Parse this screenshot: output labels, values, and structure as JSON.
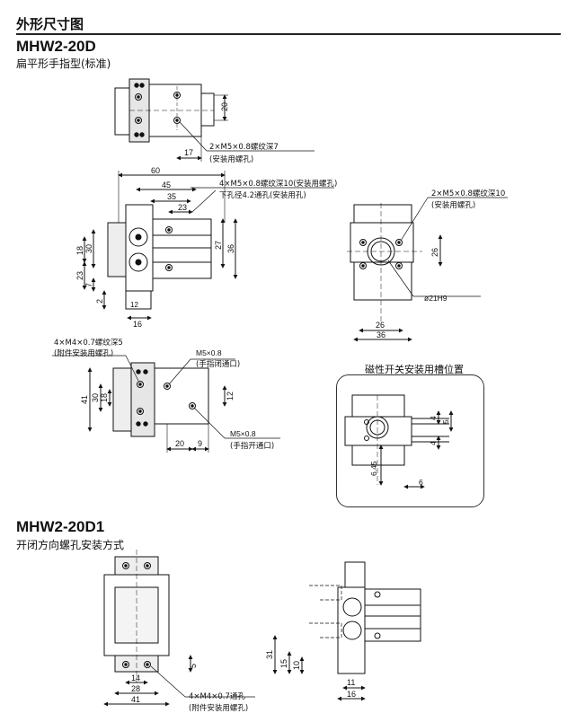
{
  "header": {
    "title": "外形尺寸图"
  },
  "section1": {
    "model": "MHW2-20D",
    "subtitle": "扁平形手指型(标准)"
  },
  "section2": {
    "model": "MHW2-20D1",
    "subtitle": "开闭方向螺孔安装方式"
  },
  "panel": {
    "title": "磁性开关安装用槽位置"
  },
  "top_view": {
    "dim_20": "20",
    "dim_17": "17",
    "callout": "2×M5×0.8螺纹深7",
    "callout_sub": "(安装用螺孔)"
  },
  "front_view": {
    "dim_60": "60",
    "dim_45": "45",
    "dim_35": "35",
    "dim_23": "23",
    "dim_27": "27",
    "dim_36": "36",
    "dim_30": "30",
    "dim_18": "18",
    "dim_23b": "23",
    "dim_7": "7",
    "dim_2": "2",
    "dim_16": "16",
    "dim_12tol": "12",
    "callout": "4×M5×0.8螺纹深10(安装用螺孔)",
    "callout_sub": "下孔径4.2通孔(安装用孔)"
  },
  "side_view": {
    "dim_26v": "26",
    "dim_26": "26",
    "dim_36": "36",
    "callout": "2×M5×0.8螺纹深10",
    "callout_sub": "(安装用螺孔)",
    "bore": "ø21H9"
  },
  "lower_view": {
    "callout": "4×M4×0.7螺纹深5",
    "callout_sub": "(附件安装用螺孔)",
    "port1": "M5×0.8",
    "port1_sub": "(手指闭通口)",
    "port2": "M5×0.8",
    "port2_sub": "(手指开通口)",
    "dim_41": "41",
    "dim_30": "30",
    "dim_18": "18",
    "dim_12": "12",
    "dim_20": "20",
    "dim_9": "9"
  },
  "switch_view": {
    "dim_4a": "4",
    "dim_5": "5",
    "dim_4b": "4",
    "dim_645": "6.45",
    "dim_6": "6"
  },
  "d1_left": {
    "dim_14": "14",
    "dim_28": "28",
    "dim_41": "41",
    "dim_5": "5",
    "callout": "4×M4×0.7通孔",
    "callout_sub": "(附件安装用螺孔)"
  },
  "d1_right": {
    "dim_31": "31",
    "dim_15": "15",
    "dim_10": "10",
    "dim_11": "11",
    "dim_16": "16"
  }
}
